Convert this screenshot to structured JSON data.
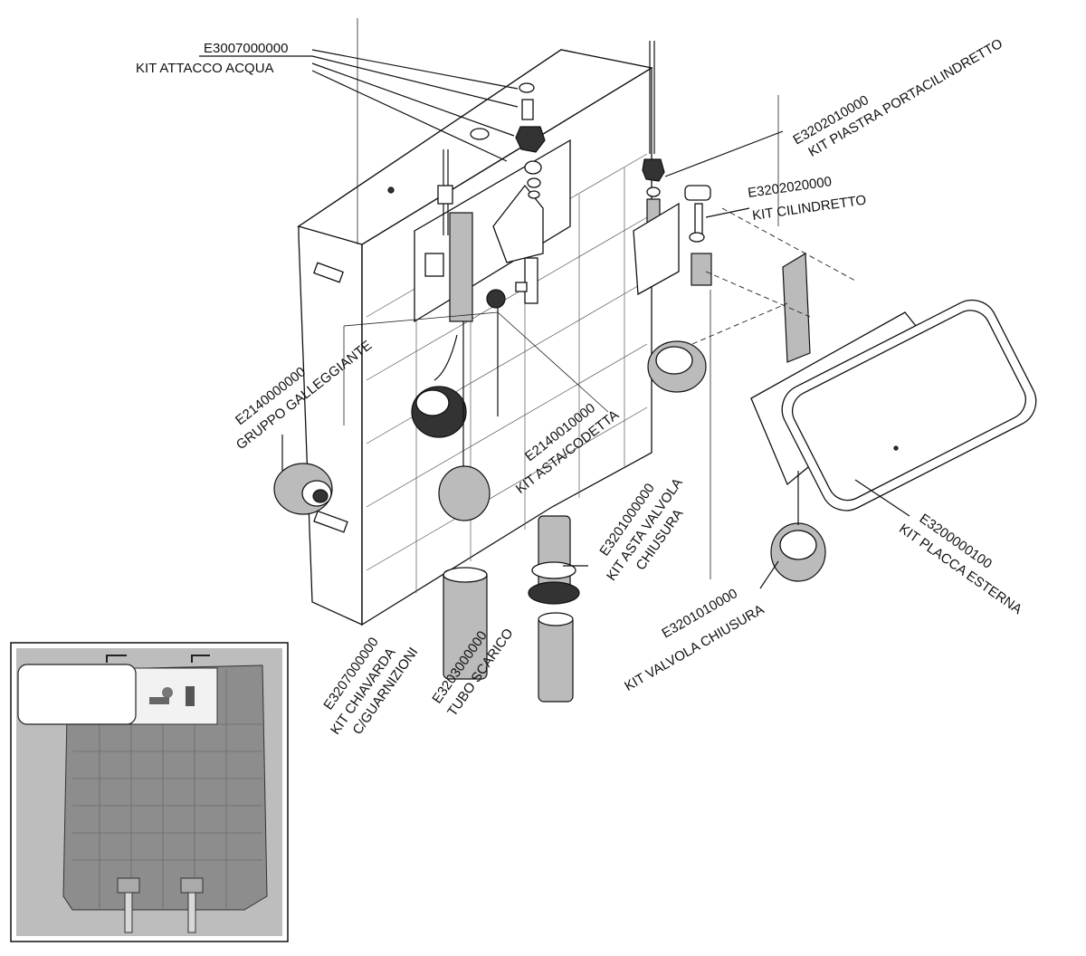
{
  "labels": {
    "kit_attacco_acqua": {
      "code": "E3007000000",
      "name": "KIT ATTACCO ACQUA"
    },
    "kit_piastra_portacilindretto": {
      "code": "E3202010000",
      "name": "KIT PIASTRA PORTACILINDRETTO"
    },
    "kit_cilindretto": {
      "code": "E3202020000",
      "name": "KIT CILINDRETTO"
    },
    "gruppo_galleggiante": {
      "code": "E2140000000",
      "name": "GRUPPO GALLEGGIANTE"
    },
    "kit_asta_codetta": {
      "code": "E2140010000",
      "name": "KIT ASTA/CODETTA"
    },
    "kit_asta_valvola_chiusura": {
      "code": "E3201000000",
      "name_line1": "KIT ASTA VALVOLA",
      "name_line2": "CHIUSURA"
    },
    "kit_placca_esterna": {
      "code": "E3200000100",
      "name": "KIT PLACCA ESTERNA"
    },
    "kit_valvola_chiusura": {
      "code": "E3201010000",
      "name": "KIT VALVOLA CHIUSURA"
    },
    "kit_chiavarda": {
      "code": "E3207000000",
      "name_line1": "KIT CHIAVARDA",
      "name_line2": "C/GUARNIZIONI"
    },
    "tubo_scarico": {
      "code": "E3203000000",
      "name": "TUBO SCARICO"
    }
  },
  "colors": {
    "line": "#111111",
    "photo_bg": "#bdbdbd",
    "photo_panel": "#9a9a9a"
  }
}
